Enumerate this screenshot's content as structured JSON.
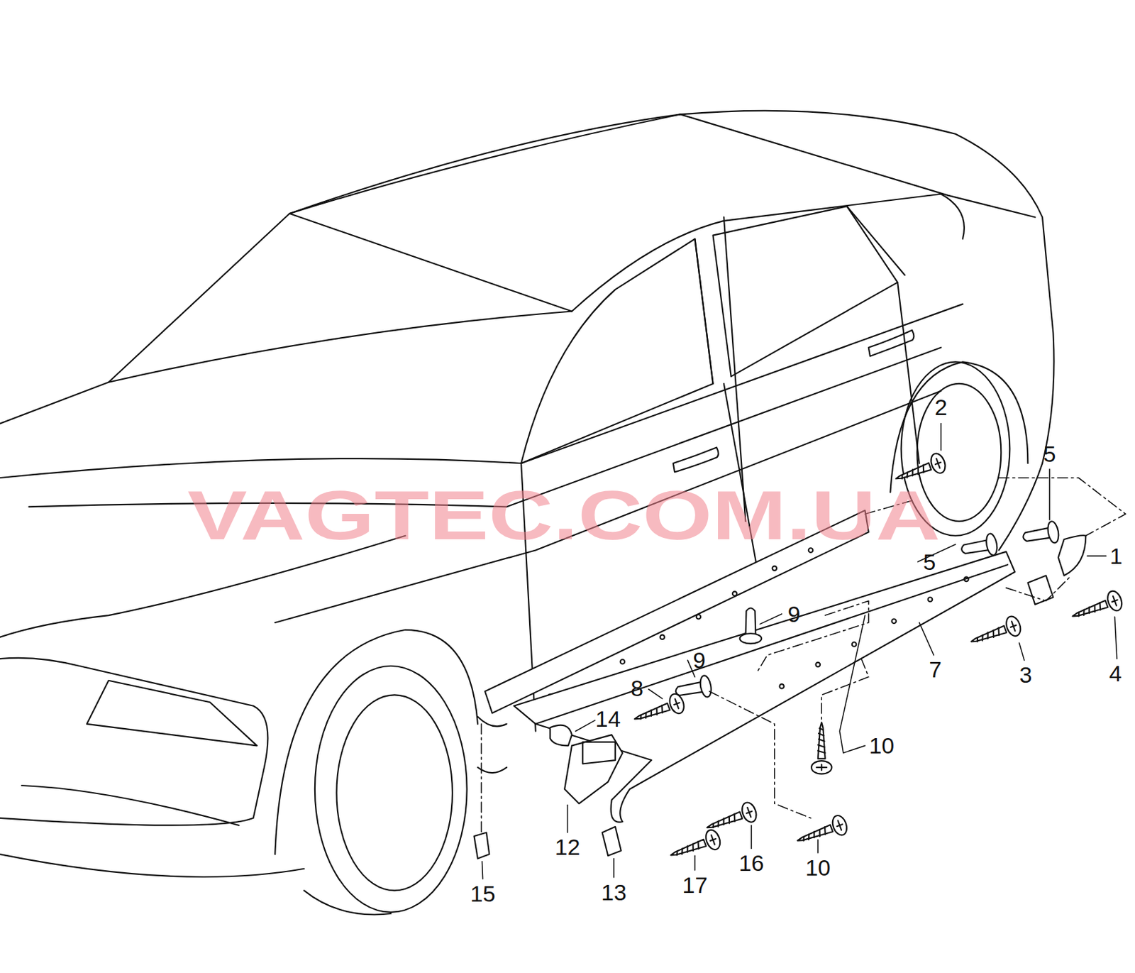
{
  "diagram": {
    "labels": [
      "2",
      "5",
      "1",
      "5",
      "9",
      "9",
      "7",
      "3",
      "4",
      "8",
      "14",
      "10",
      "10",
      "12",
      "16",
      "17",
      "15",
      "13",
      "VAGTEC.COM.UA"
    ]
  }
}
